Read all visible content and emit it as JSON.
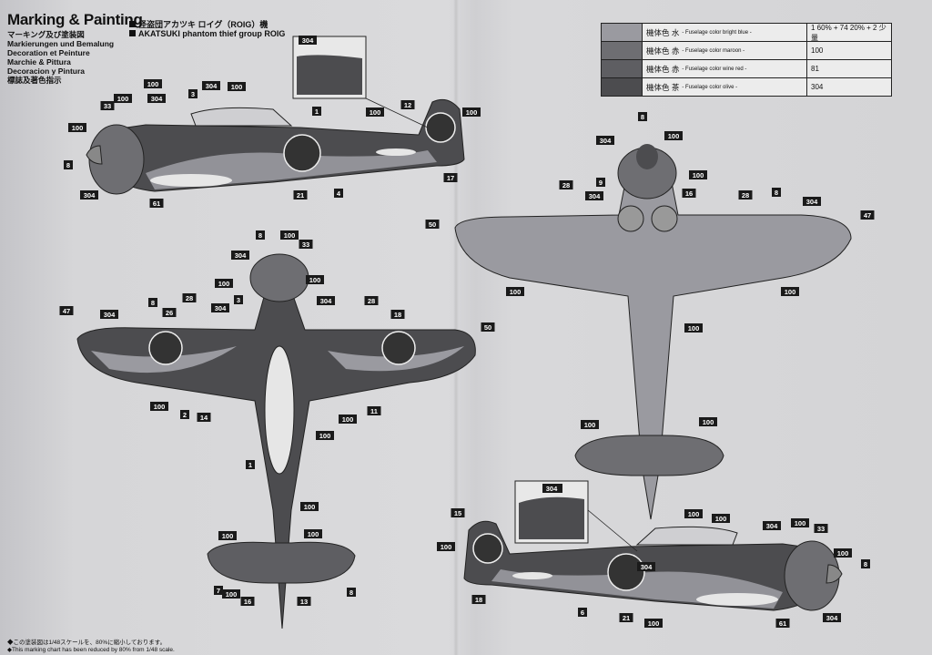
{
  "header": {
    "title": "Marking & Painting",
    "languages": [
      "マーキング及び塗装図",
      "Markierungen und Bemalung",
      "Decoration et Peinture",
      "Marchie & Pittura",
      "Decoracion y Pintura",
      "標誌及著色指示"
    ],
    "subtitle_jp": "怪盗団アカツキ ロイグ（ROIG）機",
    "subtitle_en": "AKATSUKI phantom thief group ROIG"
  },
  "legend": [
    {
      "name": "機体色 水",
      "desc": "- Fuselage color bright blue -",
      "code": "1 60% + 74 20% + 2 少量",
      "color": "#9a9aa0"
    },
    {
      "name": "機体色 赤",
      "desc": "- Fuselage color maroon -",
      "code": "100",
      "color": "#6e6e72"
    },
    {
      "name": "機体色 赤",
      "desc": "- Fuselage color wine red -",
      "code": "81",
      "color": "#5e5e62"
    },
    {
      "name": "機体色 茶",
      "desc": "- Fuselage color olive -",
      "code": "304",
      "color": "#4c4c4f"
    }
  ],
  "footnotes": [
    "◆この塗装図は1/48スケールを、80%に縮小しております。",
    "◆This marking chart has been reduced by 80% from 1/48 scale."
  ],
  "callouts": {
    "left_side": [
      "100",
      "33",
      "100",
      "304",
      "3",
      "304",
      "100",
      "1",
      "12",
      "100",
      "100",
      "8",
      "304",
      "61",
      "21",
      "4",
      "17",
      "100"
    ],
    "top": [
      "8",
      "100",
      "33",
      "304",
      "100",
      "100",
      "3",
      "47",
      "304",
      "8",
      "28",
      "304",
      "26",
      "28",
      "304",
      "18",
      "50",
      "100",
      "2",
      "14",
      "100",
      "11",
      "1",
      "100",
      "100",
      "100",
      "100",
      "100",
      "7",
      "16",
      "13",
      "8"
    ],
    "bottom": [
      "8",
      "100",
      "304",
      "100",
      "28",
      "304",
      "9",
      "16",
      "28",
      "8",
      "304",
      "50",
      "47",
      "100",
      "100",
      "100",
      "100",
      "100"
    ],
    "right_side": [
      "304",
      "15",
      "100",
      "100",
      "100",
      "304",
      "304",
      "100",
      "33",
      "100",
      "8",
      "18",
      "6",
      "21",
      "100",
      "61",
      "304"
    ],
    "inset": [
      "304",
      "304"
    ]
  }
}
